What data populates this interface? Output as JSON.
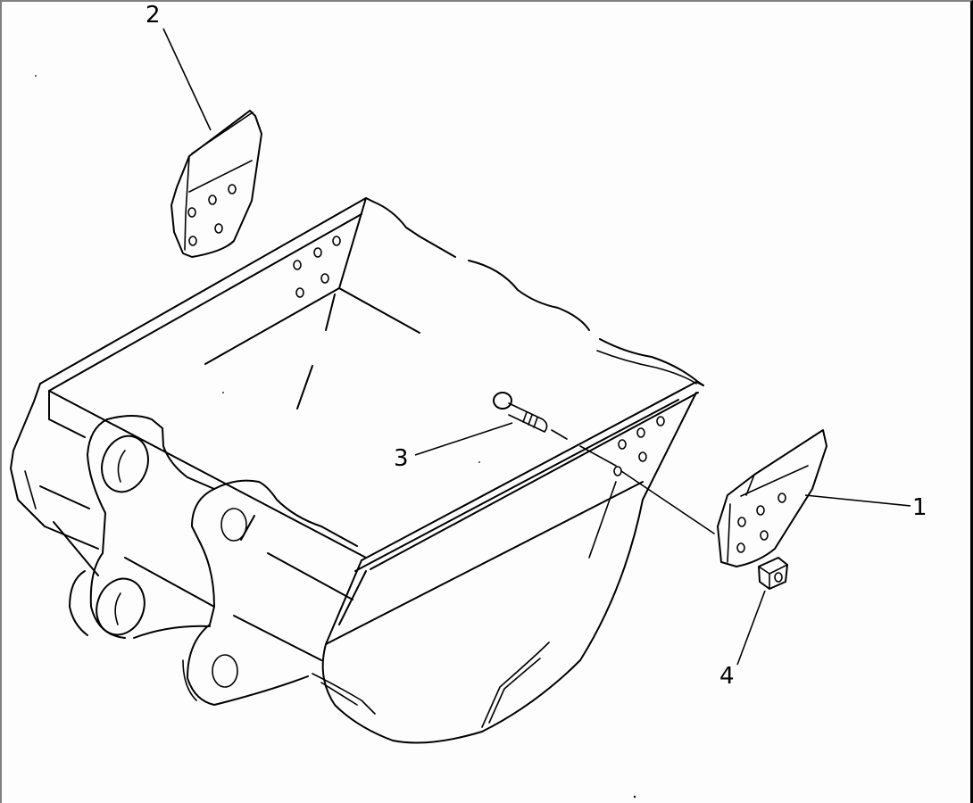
{
  "diagram": {
    "type": "exploded parts diagram",
    "subject": "excavator bucket with side cutters",
    "line_color": "#000000",
    "background": "#fdfdfd",
    "callouts": [
      {
        "number": "1",
        "part": "side cutter (right)"
      },
      {
        "number": "2",
        "part": "side cutter (left)"
      },
      {
        "number": "3",
        "part": "bolt"
      },
      {
        "number": "4",
        "part": "nut"
      }
    ]
  }
}
